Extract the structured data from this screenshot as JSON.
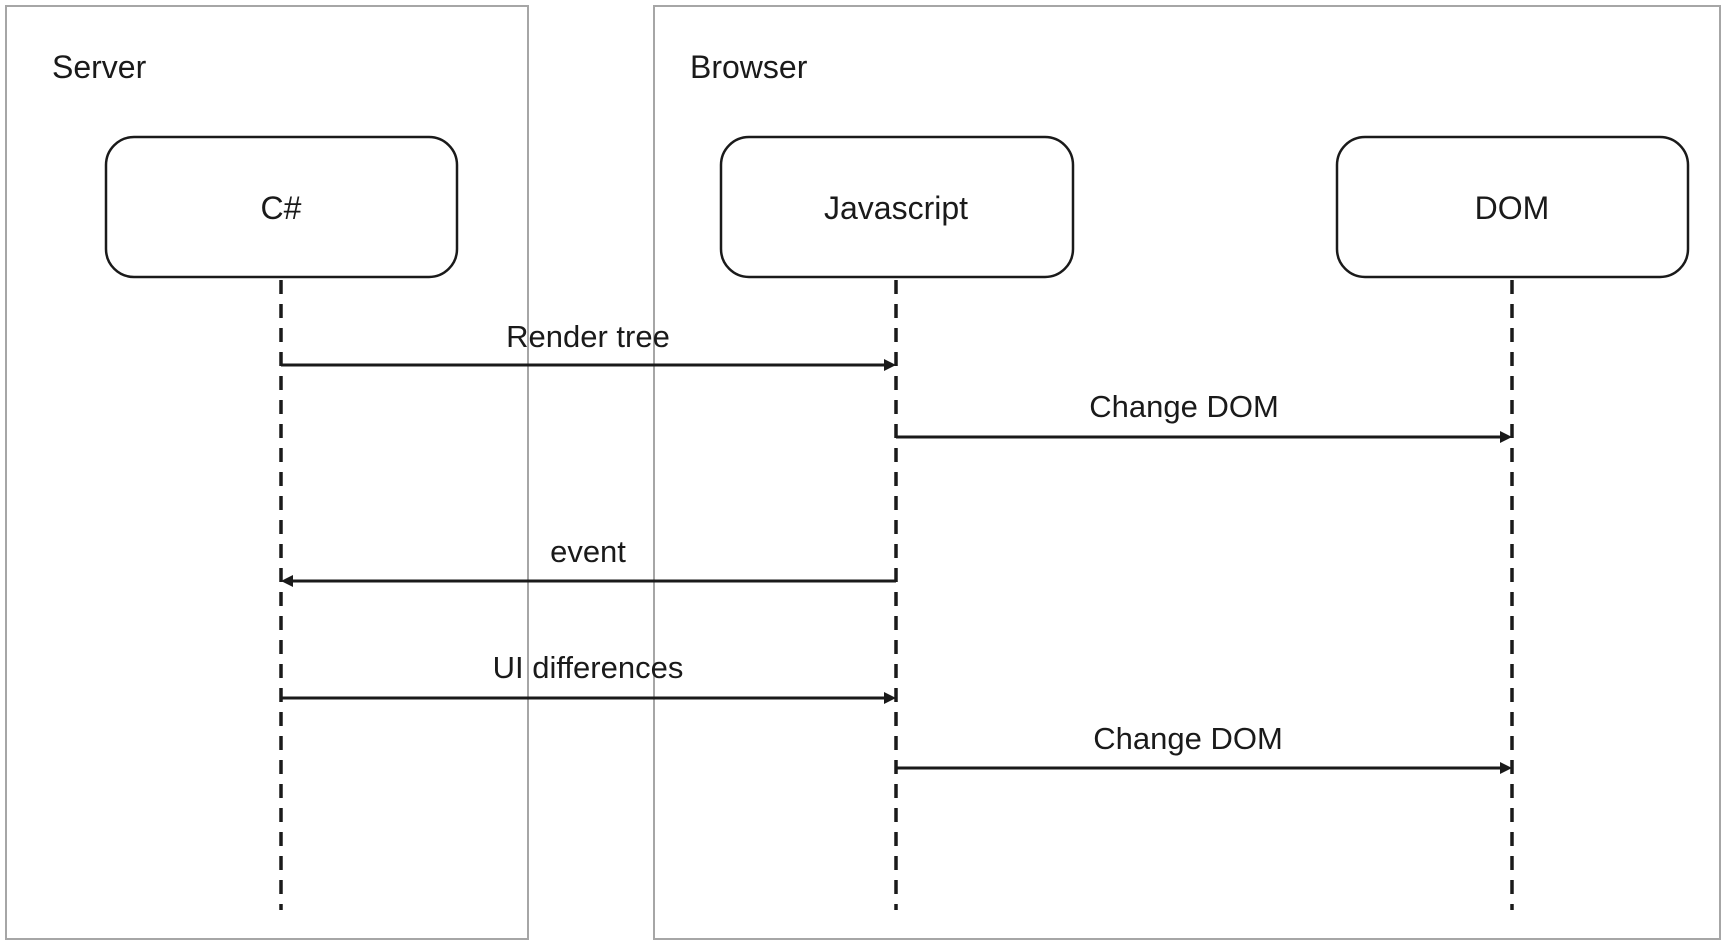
{
  "frames": [
    {
      "id": "server",
      "label": "Server"
    },
    {
      "id": "browser",
      "label": "Browser"
    }
  ],
  "participants": [
    {
      "id": "csharp",
      "label": "C#",
      "frame": "server"
    },
    {
      "id": "javascript",
      "label": "Javascript",
      "frame": "browser"
    },
    {
      "id": "dom",
      "label": "DOM",
      "frame": "browser"
    }
  ],
  "messages": [
    {
      "from": "csharp",
      "to": "javascript",
      "label": "Render tree"
    },
    {
      "from": "javascript",
      "to": "dom",
      "label": "Change DOM"
    },
    {
      "from": "javascript",
      "to": "csharp",
      "label": "event"
    },
    {
      "from": "csharp",
      "to": "javascript",
      "label": "UI differences"
    },
    {
      "from": "javascript",
      "to": "dom",
      "label": "Change DOM"
    }
  ],
  "colors": {
    "frame_border": "#a6a6a6",
    "stroke": "#1a1a1a",
    "background": "#ffffff"
  }
}
